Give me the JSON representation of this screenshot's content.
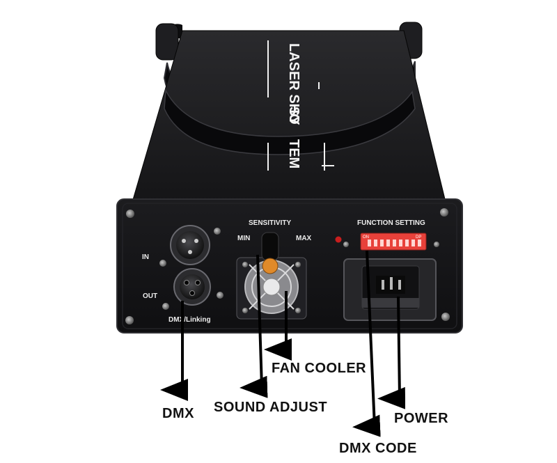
{
  "top_label": {
    "line1": "LASER SHO",
    "line2": "SY",
    "line3": "TEM"
  },
  "panel": {
    "sensitivity": "SENSITIVITY",
    "min": "MIN",
    "max": "MAX",
    "in": "IN",
    "out": "OUT",
    "dmx_linking": "DMX/Linking",
    "function_setting": "FUNCTION SETTING",
    "dip_on": "ON",
    "dip_dp": "DP"
  },
  "callouts": {
    "fan_cooler": "FAN COOLER",
    "sound_adjust": "SOUND ADJUST",
    "dmx": "DMX",
    "dmx_code": "DMX CODE",
    "power": "POWER"
  },
  "colors": {
    "housing": "#1b1b1d",
    "panel": "#141416",
    "dip_switch": "#e8413a",
    "led": "#c81e1e",
    "screw": "#8c8c8c",
    "arrow": "#000000"
  }
}
